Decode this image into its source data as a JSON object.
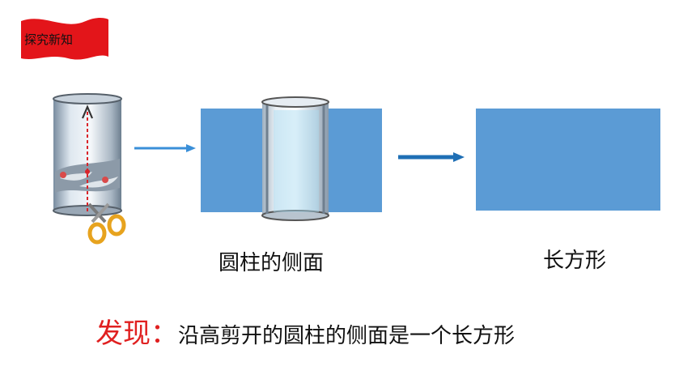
{
  "badge": {
    "label": "探究新知",
    "color": "#e3151a"
  },
  "diagram": {
    "lateral_label": "圆柱的侧面",
    "rect_label": "长方形",
    "accent_blue": "#5b9bd5",
    "arrow_blue": "#3a8fd8"
  },
  "finding": {
    "label": "发现：",
    "text": "沿高剪开的圆柱的侧面是一个长方形",
    "label_color": "#e02020"
  }
}
